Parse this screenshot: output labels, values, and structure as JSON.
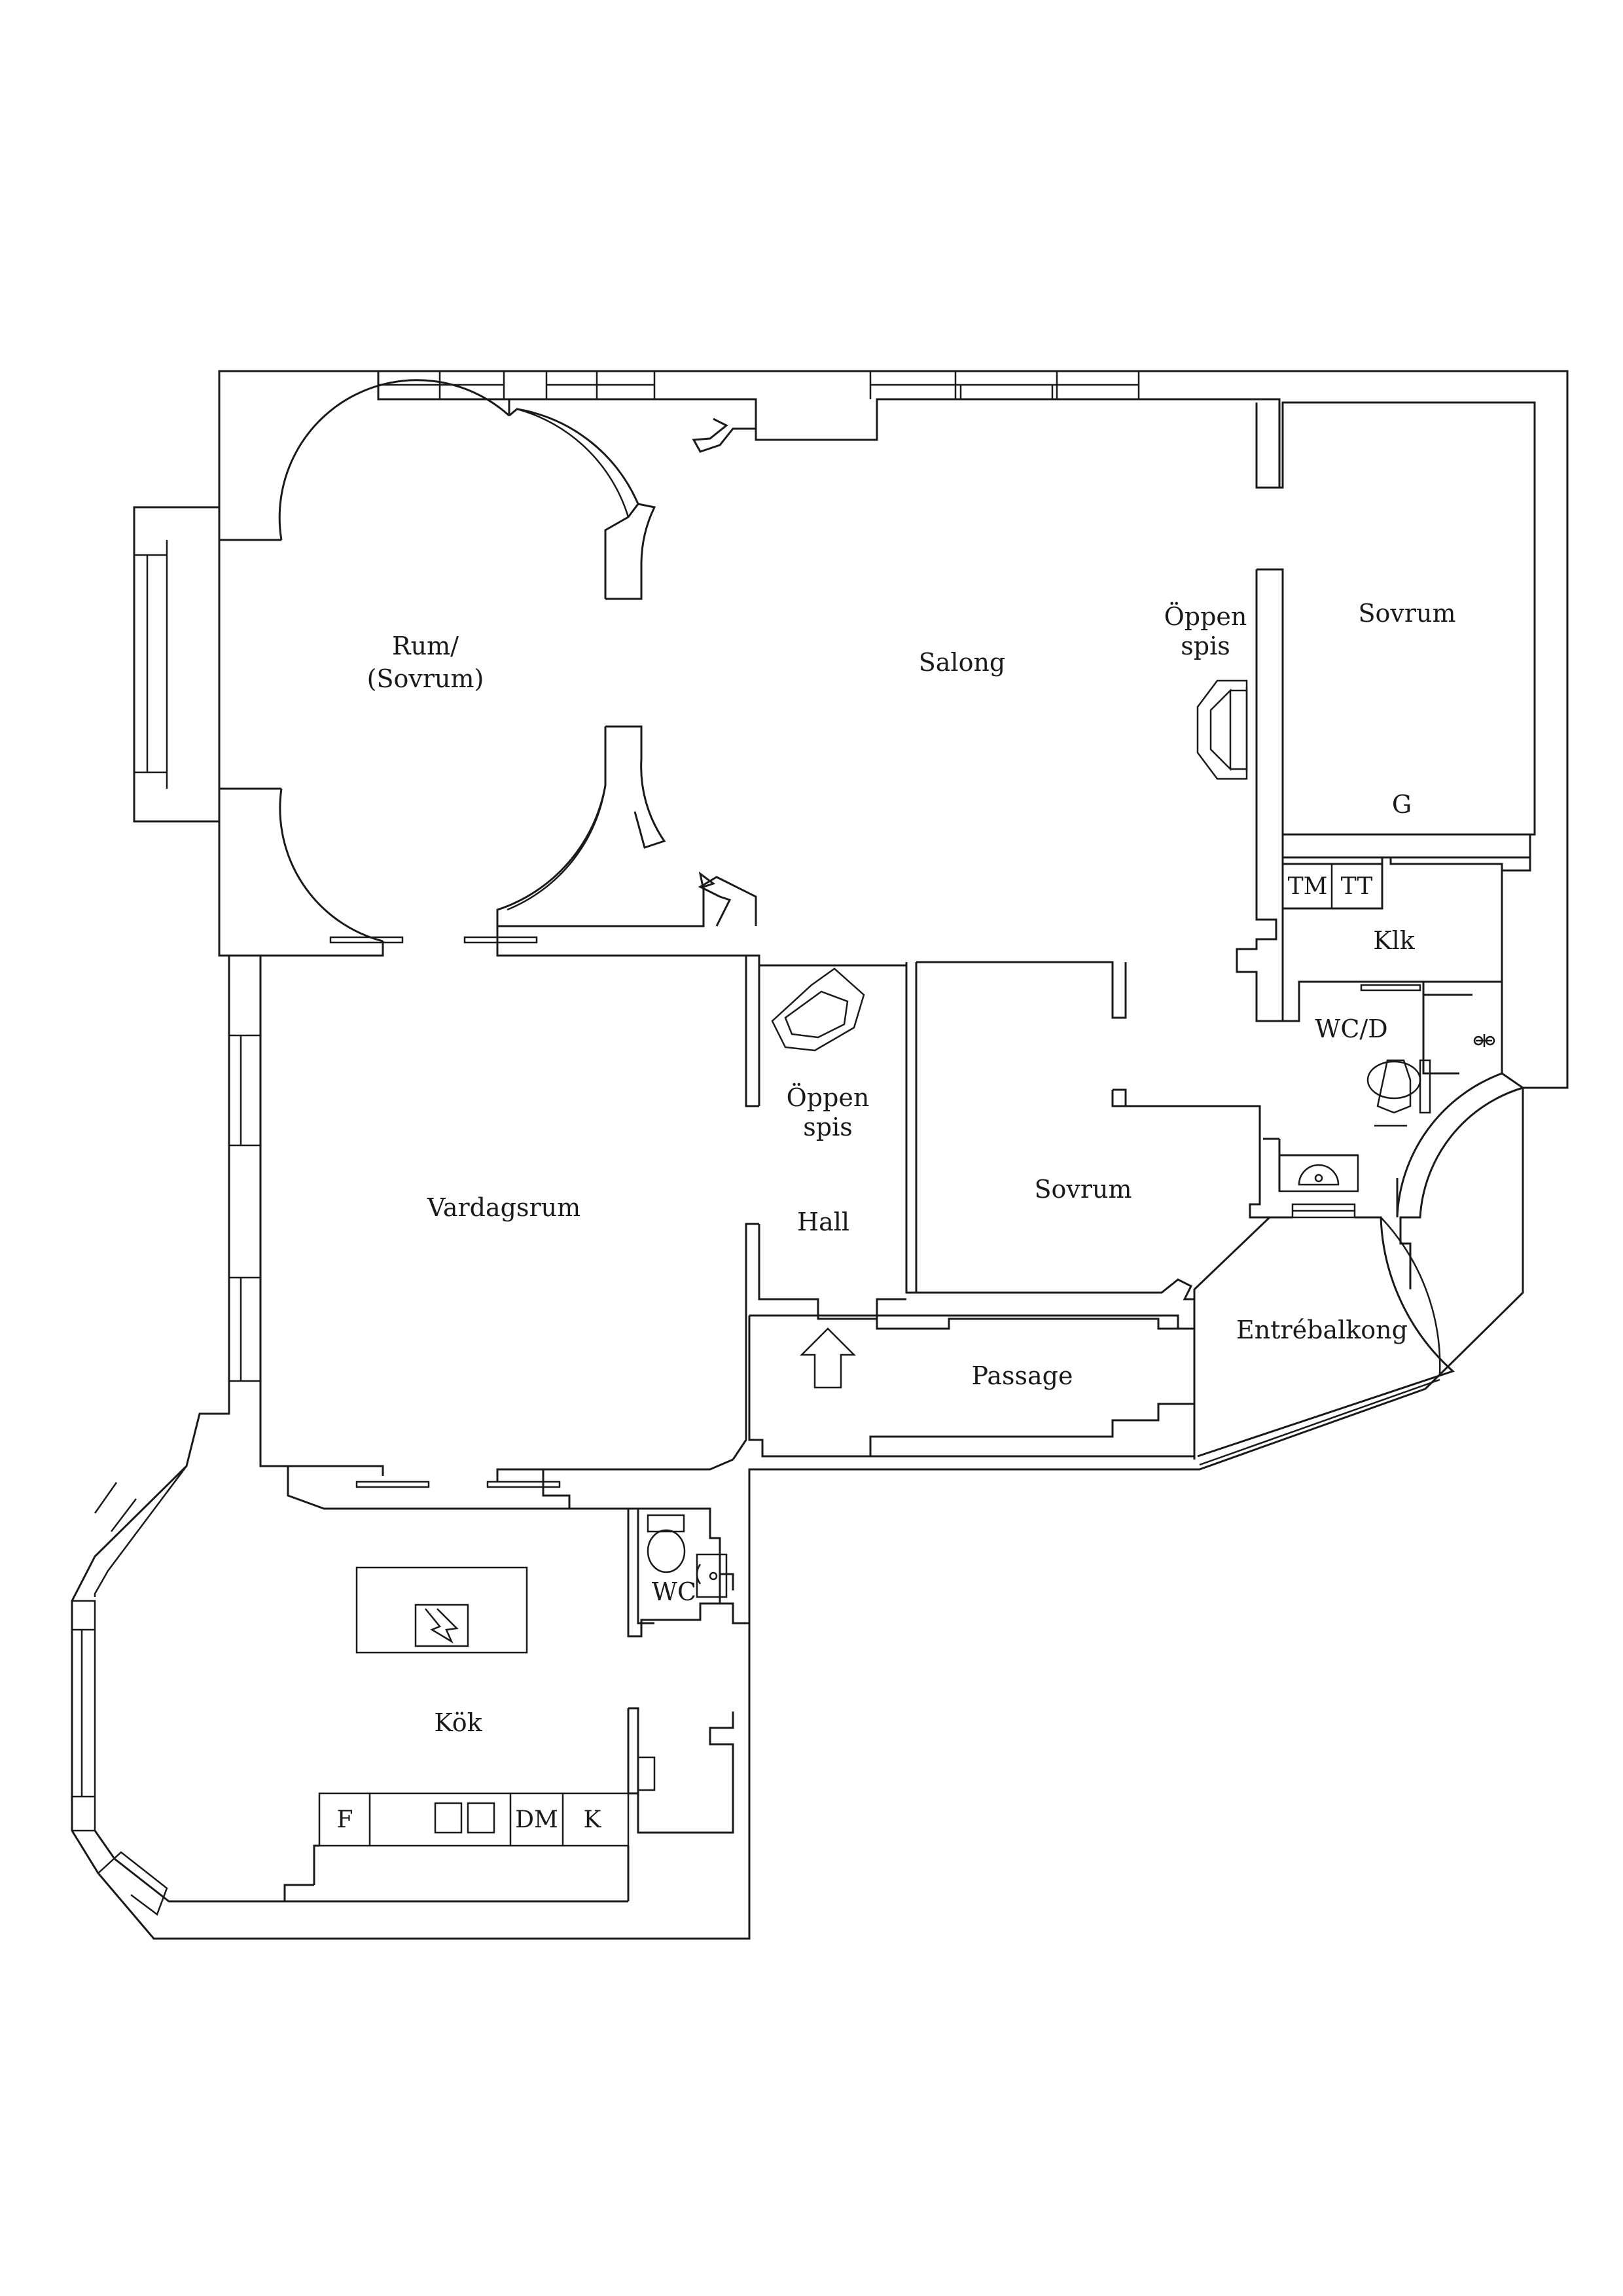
{
  "rooms": {
    "rum": [
      "Rum/",
      "(Sovrum)"
    ],
    "salong": "Salong",
    "oppen_spis_1": [
      "Öppen",
      "spis"
    ],
    "sovrum_1": "Sovrum",
    "g": "G",
    "tm": "TM",
    "tt": "TT",
    "klk": "Klk",
    "wcd": "WC/D",
    "oppen_spis_2": [
      "Öppen",
      "spis"
    ],
    "hall": "Hall",
    "sovrum_2": "Sovrum",
    "vardagsrum": "Vardagsrum",
    "entrebalkong": "Entrébalkong",
    "passage": "Passage",
    "wc": "WC",
    "kok": "Kök",
    "f": "F",
    "dm": "DM",
    "k": "K"
  },
  "colors": {
    "line": "#1a1a1a",
    "background": "#ffffff"
  },
  "icons": [
    "entrance-arrow-icon",
    "fireplace-icon",
    "toilet-icon",
    "sink-icon",
    "stove-icon",
    "oven-icon"
  ]
}
